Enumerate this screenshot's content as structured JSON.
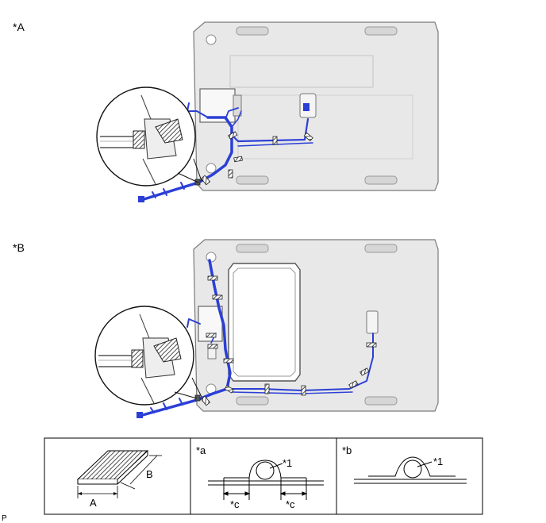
{
  "labels": {
    "variant_a": "*A",
    "variant_b": "*B",
    "corner_code": "P"
  },
  "legend": {
    "dim_a": "A",
    "dim_b": "B",
    "panel_a_tag": "*a",
    "panel_b_tag": "*b",
    "callout_1": "*1",
    "dim_c": "*c"
  },
  "colors": {
    "harness": "#2b3fd6",
    "headliner": "#e6e6e6",
    "outline": "#7a7a7a",
    "tape_hatch": "#222222"
  },
  "icons": {
    "tape_marker": "hatched-tape-icon",
    "connector": "connector-icon",
    "detail_magnifier": "magnifier-circle-icon"
  }
}
